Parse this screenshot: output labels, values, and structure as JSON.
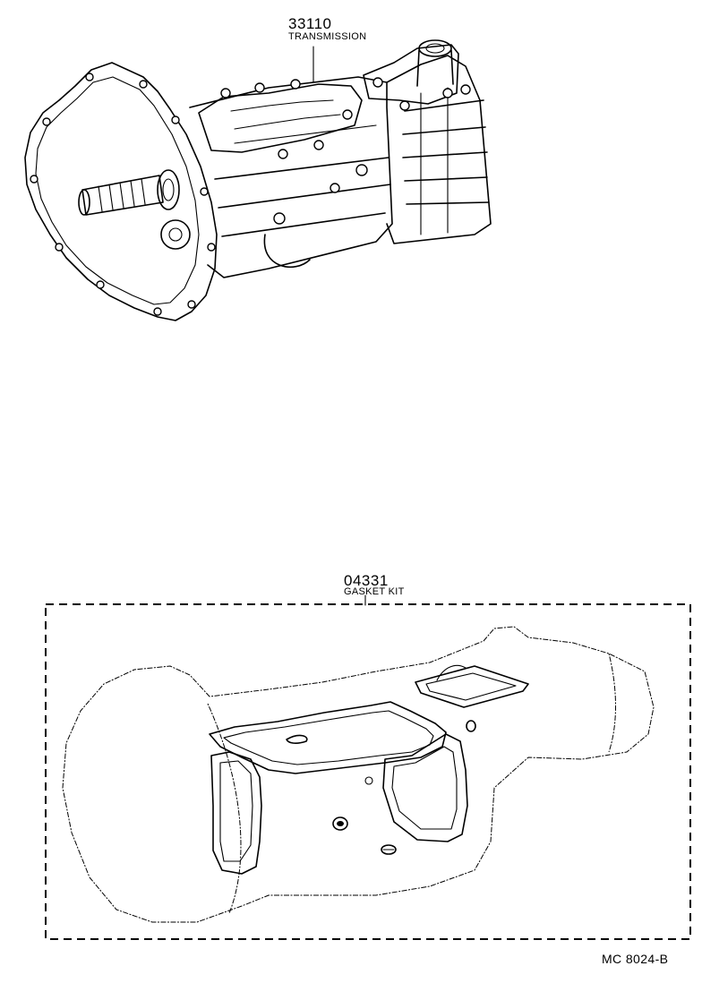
{
  "parts": [
    {
      "number": "33110",
      "name": "TRANSMISSION"
    },
    {
      "number": "04331",
      "name": "GASKET KIT"
    }
  ],
  "figure_code": "MC 8024-B",
  "colors": {
    "ink": "#000000",
    "paper": "#ffffff"
  }
}
